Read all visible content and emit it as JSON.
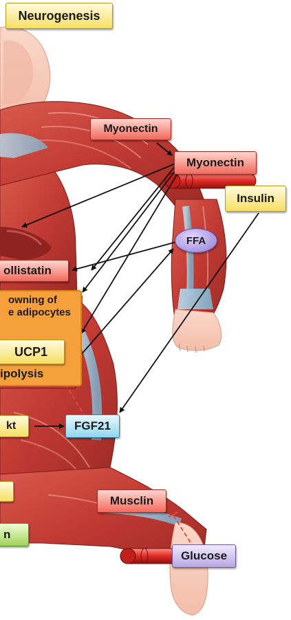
{
  "labels": {
    "neurogenesis": "Neurogenesis",
    "myonectin_upper": "Myonectin",
    "myonectin_receptor": "Myonectin",
    "insulin": "Insulin",
    "ffa": "FFA",
    "follistatin": "ollistatin",
    "browning": "owning of\ne adipocytes",
    "ucp1": "UCP1",
    "lipolysis": "ipolysis",
    "akt": "kt",
    "fgf21": "FGF21",
    "musclin": "Musclin",
    "glucose": "Glucose",
    "green_partial": "n"
  },
  "colors": {
    "skin": "#f7cdbd",
    "muscle": "#c9413a",
    "muscle_dark": "#8e2320",
    "tendon": "#9fc2d6",
    "label_red": "#f06a5c",
    "label_yellow": "#f6df62",
    "label_blue": "#8ed7ee",
    "label_purple": "#b8a6e2",
    "label_green": "#9fd25a",
    "panel_orange": "#f5a03a",
    "inhibit_line": "#e04848",
    "arrow": "#111111"
  }
}
